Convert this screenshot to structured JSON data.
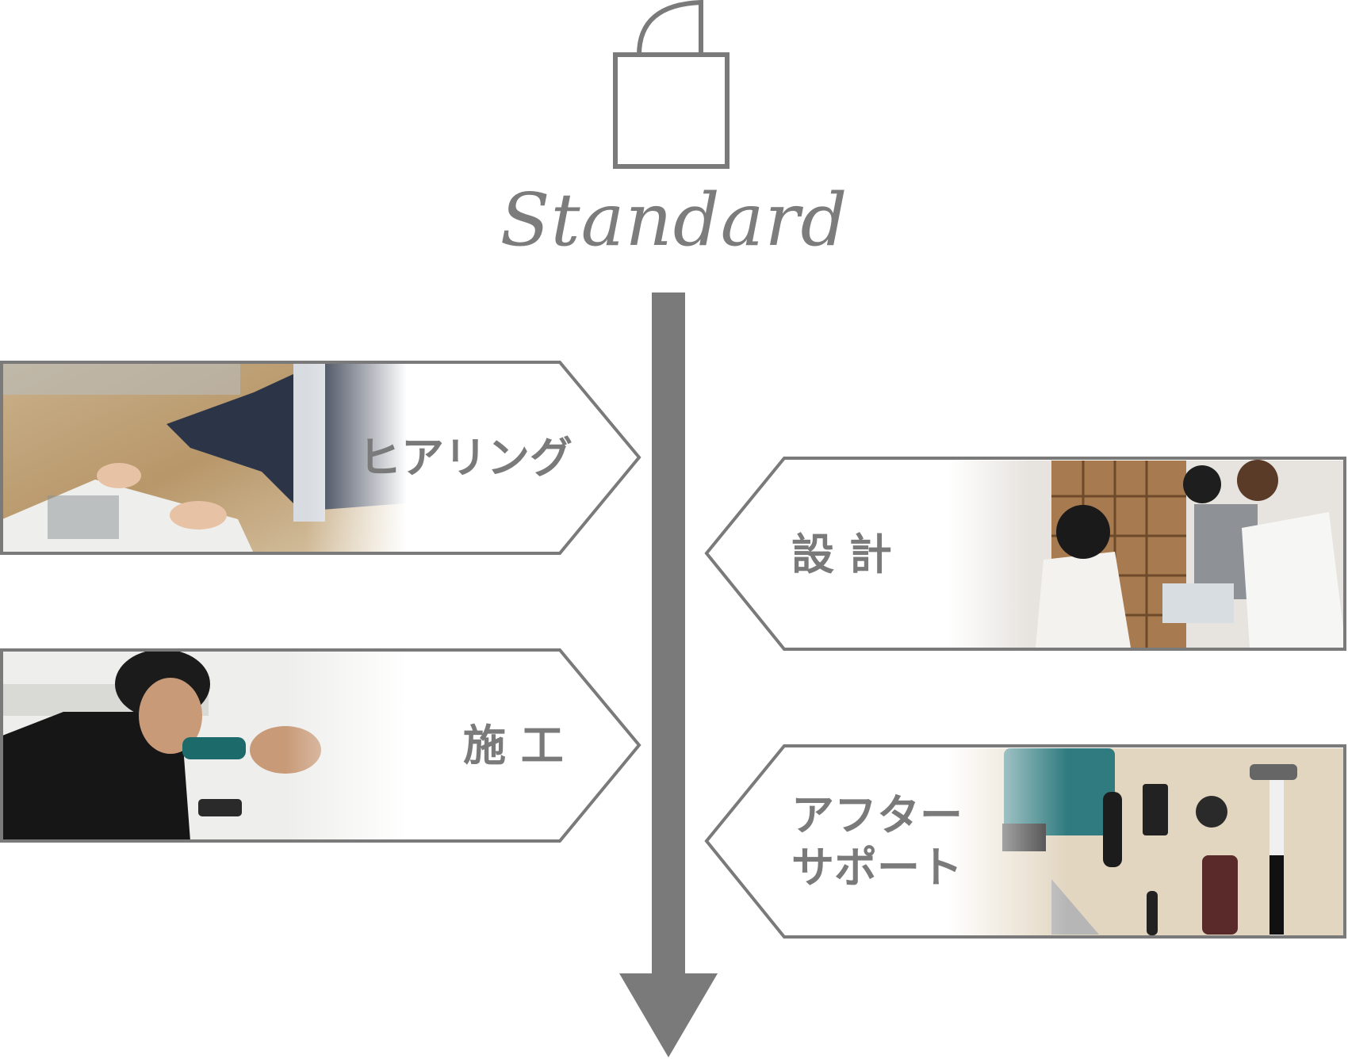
{
  "header": {
    "title": "Standard",
    "icon": "shopping-bag-icon"
  },
  "colors": {
    "primary_gray": "#7a7a7a",
    "background": "#ffffff"
  },
  "flow": {
    "direction": "down",
    "steps": [
      {
        "order": 1,
        "label": "ヒアリング",
        "side": "left",
        "photo": "couple reviewing floor plans at wooden table"
      },
      {
        "order": 2,
        "label": "設 計",
        "side": "right",
        "photo": "three people looking at catalog by bookshelf"
      },
      {
        "order": 3,
        "label": "施 工",
        "side": "left",
        "photo": "man using power drill on wall"
      },
      {
        "order": 4,
        "label_line1": "アフター",
        "label_line2": "サポート",
        "side": "right",
        "photo": "construction tools laid out on wood"
      }
    ]
  }
}
